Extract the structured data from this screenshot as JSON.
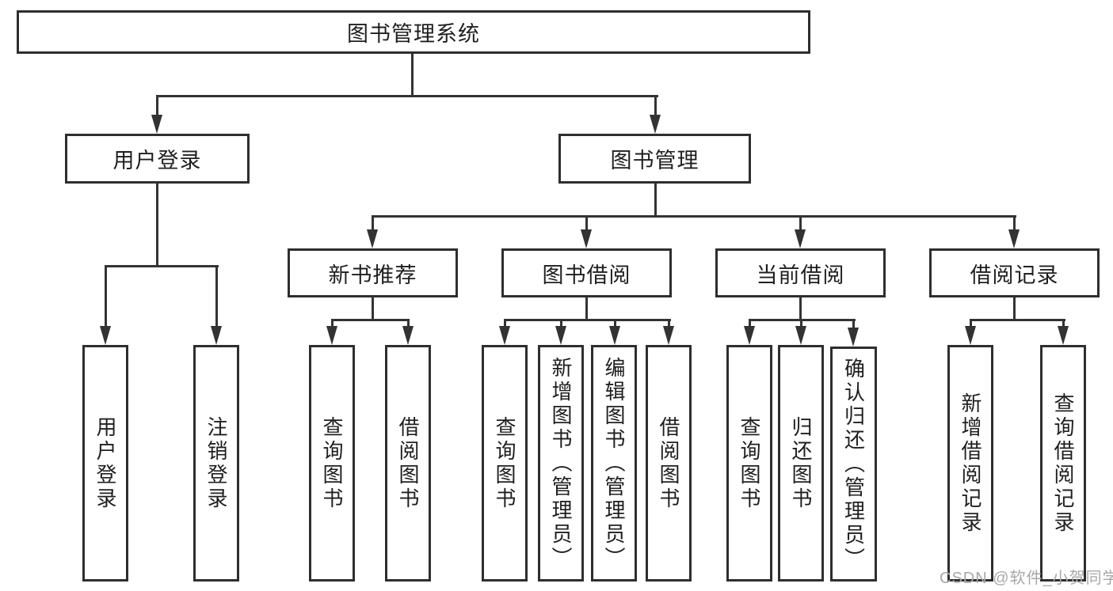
{
  "root": {
    "label": "图书管理系统"
  },
  "level2": {
    "user_login": {
      "label": "用户登录"
    },
    "book_mgmt": {
      "label": "图书管理"
    }
  },
  "level3": {
    "new_book_rec": {
      "label": "新书推荐"
    },
    "book_borrow": {
      "label": "图书借阅"
    },
    "current_borrow": {
      "label": "当前借阅"
    },
    "borrow_records": {
      "label": "借阅记录"
    }
  },
  "leaves": {
    "login": {
      "label": "用户登录"
    },
    "logout": {
      "label": "注销登录"
    },
    "rec_query_books": {
      "label": "查询图书"
    },
    "rec_borrow_books": {
      "label": "借阅图书"
    },
    "bb_query_books": {
      "label": "查询图书"
    },
    "bb_add_books": {
      "label": "新增图书（管理员）"
    },
    "bb_edit_books": {
      "label": "编辑图书（管理员）"
    },
    "bb_borrow_books": {
      "label": "借阅图书"
    },
    "cb_query_books": {
      "label": "查询图书"
    },
    "cb_return_books": {
      "label": "归还图书"
    },
    "cb_confirm_return": {
      "label": "确认归还（管理员）"
    },
    "br_add_record": {
      "label": "新增借阅记录"
    },
    "br_query_record": {
      "label": "查询借阅记录"
    }
  },
  "watermark": {
    "text": "CSDN @软件_小贺同学"
  },
  "colors": {
    "line": "#333333",
    "box_border": "#2e2e2e",
    "text": "#1f1f1f",
    "watermark": "#a8a8a8",
    "background": "#ffffff"
  }
}
